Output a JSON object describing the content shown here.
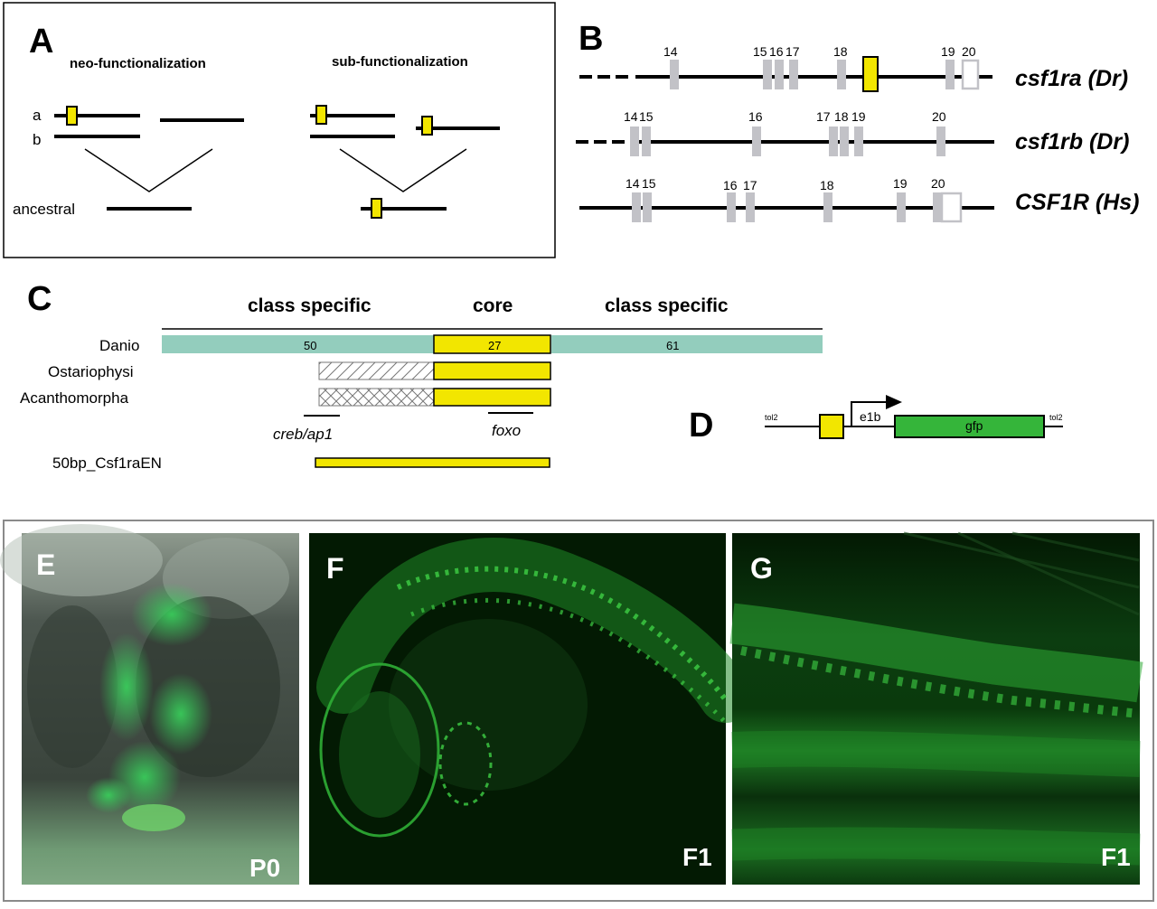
{
  "panelA": {
    "letter": "A",
    "neo_title": "neo-functionalization",
    "sub_title": "sub-functionalization",
    "row_a": "a",
    "row_b": "b",
    "ancestral": "ancestral"
  },
  "panelB": {
    "letter": "B",
    "genes": [
      {
        "name": "csf1ra (Dr)",
        "exons": [
          "14",
          "15",
          "16",
          "17",
          "18",
          "19",
          "20"
        ]
      },
      {
        "name": "csf1rb (Dr)",
        "exons": [
          "14",
          "15",
          "16",
          "17",
          "18",
          "19",
          "20"
        ]
      },
      {
        "name": "CSF1R (Hs)",
        "exons": [
          "14",
          "15",
          "16",
          "17",
          "18",
          "19",
          "20"
        ]
      }
    ]
  },
  "panelC": {
    "letter": "C",
    "header_left": "class specific",
    "header_core": "core",
    "header_right": "class specific",
    "rows": [
      "Danio",
      "Ostariophysi",
      "Acanthomorpha"
    ],
    "values": [
      "50",
      "27",
      "61"
    ],
    "motif1": "creb/ap1",
    "motif2": "foxo",
    "construct": "50bp_Csf1raEN"
  },
  "panelD": {
    "letter": "D",
    "tol_left": "tol2",
    "promoter": "e1b",
    "reporter": "gfp",
    "tol_right": "tol2"
  },
  "images": [
    {
      "letter": "E",
      "tag": "P0"
    },
    {
      "letter": "F",
      "tag": "F1"
    },
    {
      "letter": "G",
      "tag": "F1"
    }
  ],
  "colors": {
    "yellow": "#f2e600",
    "exon_gray": "#c2c2c7",
    "teal": "#93cdbd",
    "gfp_green": "#35b53a"
  }
}
